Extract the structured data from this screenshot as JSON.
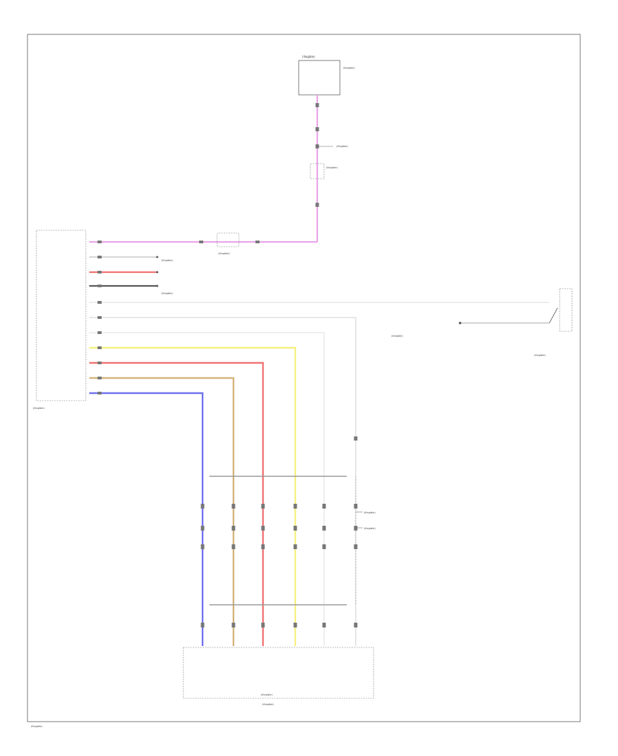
{
  "colors": {
    "pink": "#e8a4e8",
    "red": "#f07070",
    "yellow": "#f5f080",
    "tan": "#d4b27a",
    "blue": "#7070f0",
    "gray": "#aaaaaa",
    "dark": "#555555",
    "lightgray": "#cccccc"
  },
  "labels": {
    "fuse_box": "(illegible)",
    "fuse_notes": "(illegible)",
    "mid_connector": "(illegible)",
    "mid_connector_2": "(illegible)",
    "joint_connector": "(illegible)",
    "ground_ref": "(illegible)",
    "ground_ref_2": "(illegible)",
    "left_unit": "(illegible)",
    "right_switch": "(illegible)",
    "right_switch_notes": "(illegible)",
    "bottom_unit": "(illegible)",
    "bottom_unit_2": "(illegible)",
    "corner_code": "(illegible)"
  }
}
